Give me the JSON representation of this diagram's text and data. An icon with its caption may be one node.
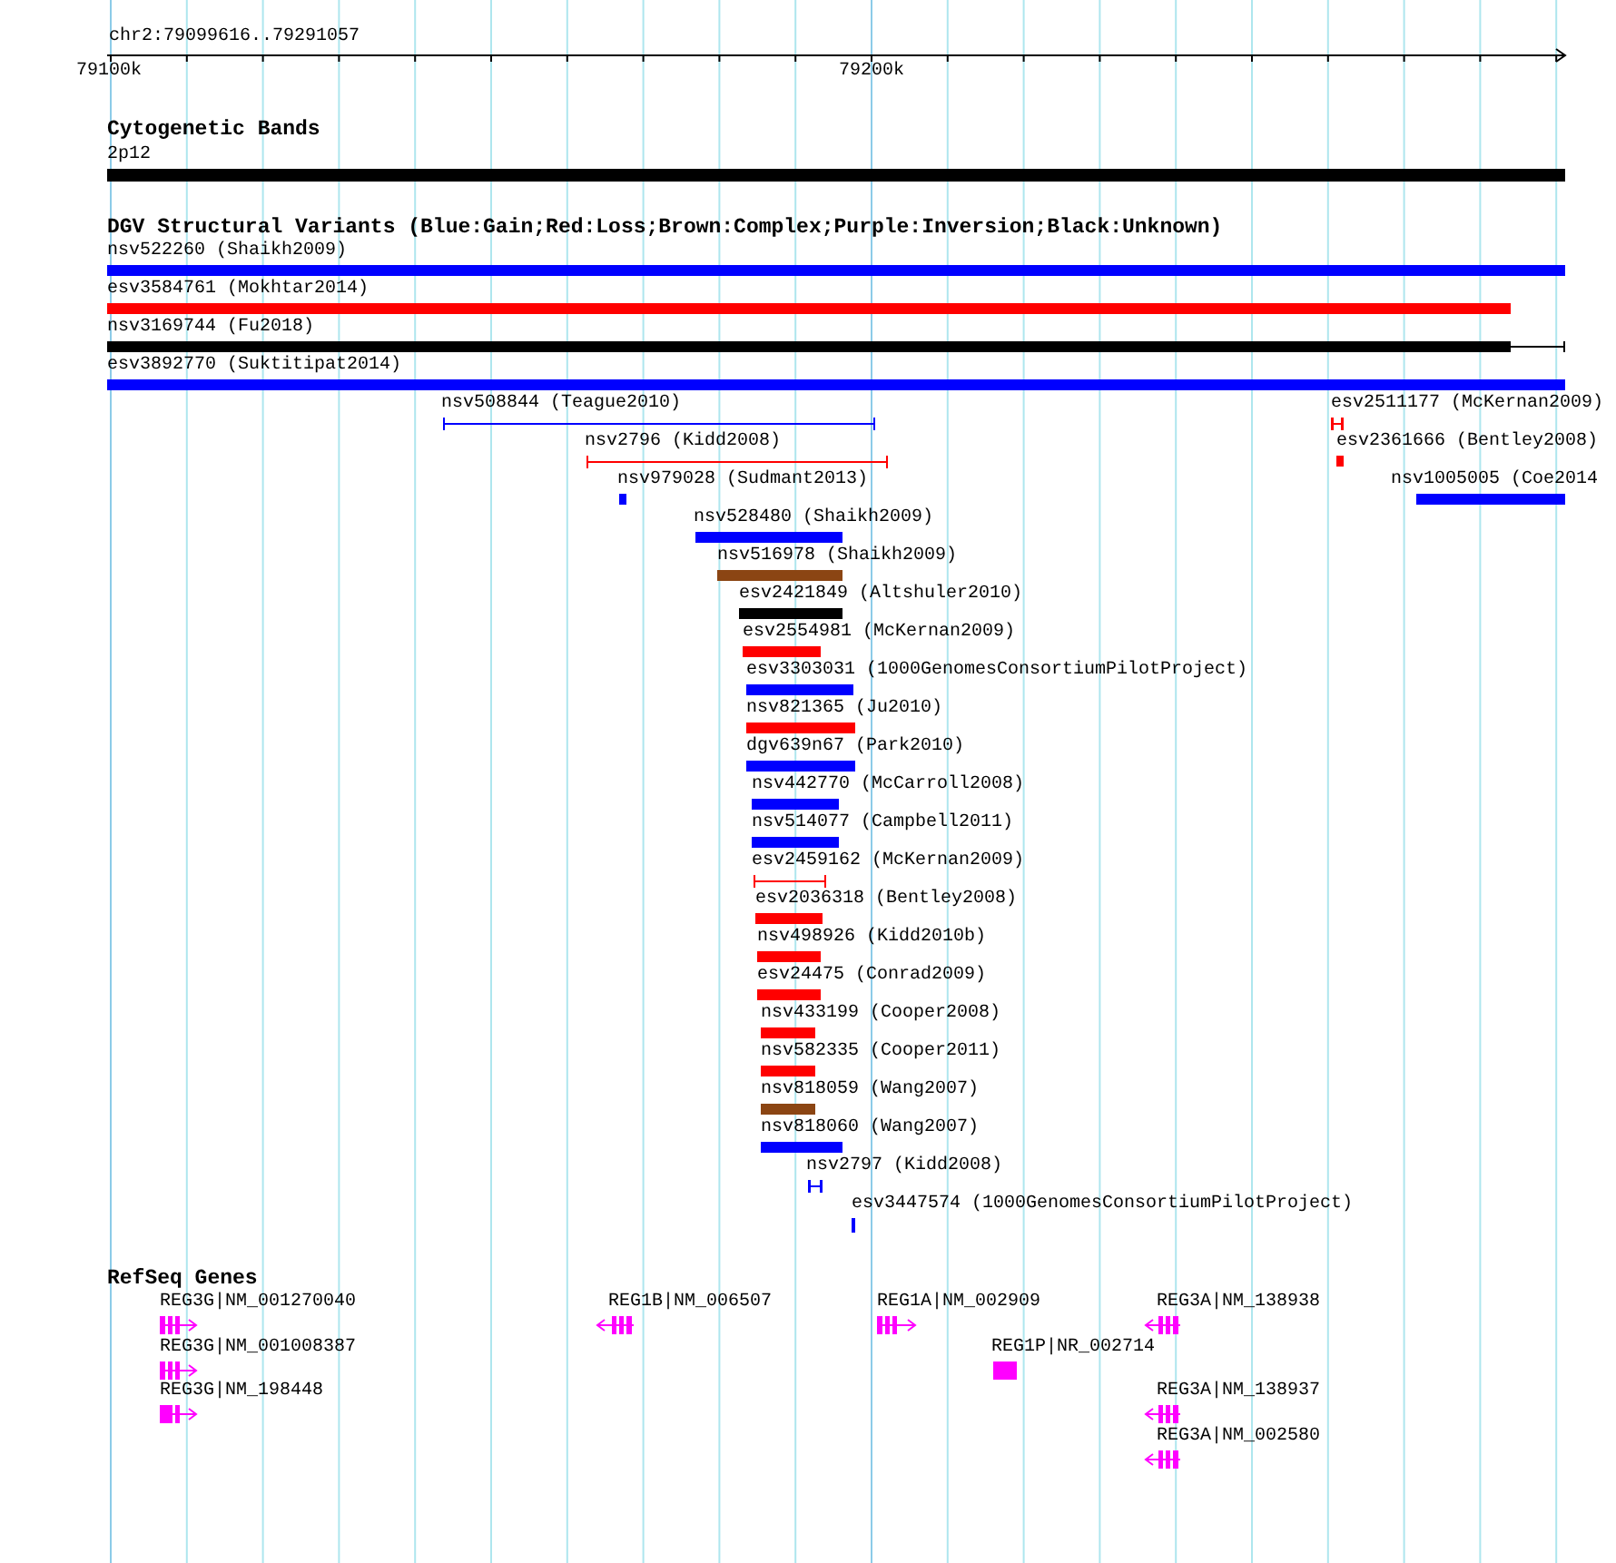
{
  "diagram": {
    "nodes": [
      {
        "text": [
          "2p12"
        ]
      },
      {
        "text": [
          "nsv522260 (Shaikh2009)"
        ]
      },
      {
        "text": [
          "esv3584761 (Mokhtar2014)"
        ]
      },
      {
        "text": [
          "nsv3169744 (Fu2018)"
        ]
      },
      {
        "text": [
          "esv3892770 (Suktitipat2014)"
        ]
      },
      {
        "text": [
          "nsv508844 (Teague2010)"
        ]
      },
      {
        "text": [
          "esv2511177 (McKernan2009)"
        ]
      },
      {
        "text": [
          "nsv2796 (Kidd2008)"
        ]
      },
      {
        "text": [
          "esv2361666 (Bentley2008)"
        ]
      },
      {
        "text": [
          "nsv979028 (Sudmant2013)"
        ]
      },
      {
        "text": [
          "nsv1005005 (Coe2014"
        ]
      },
      {
        "text": [
          "nsv528480 (Shaikh2009)"
        ]
      },
      {
        "text": [
          "nsv516978 (Shaikh2009)"
        ]
      },
      {
        "text": [
          "esv2421849 (Altshuler2010)"
        ]
      },
      {
        "text": [
          "esv2554981 (McKernan2009)"
        ]
      },
      {
        "text": [
          "esv3303031 (1000GenomesConsortiumPilotProject)"
        ]
      },
      {
        "text": [
          "nsv821365 (Ju2010)"
        ]
      },
      {
        "text": [
          "dgv639n67 (Park2010)"
        ]
      },
      {
        "text": [
          "nsv442770 (McCarroll2008)"
        ]
      },
      {
        "text": [
          "nsv514077 (Campbell2011)"
        ]
      },
      {
        "text": [
          "esv2459162 (McKernan2009)"
        ]
      },
      {
        "text": [
          "esv2036318 (Bentley2008)"
        ]
      },
      {
        "text": [
          "nsv498926 (Kidd2010b)"
        ]
      },
      {
        "text": [
          "esv24475 (Conrad2009)"
        ]
      },
      {
        "text": [
          "nsv433199 (Cooper2008)"
        ]
      },
      {
        "text": [
          "nsv582335 (Cooper2011)"
        ]
      },
      {
        "text": [
          "nsv818059 (Wang2007)"
        ]
      },
      {
        "text": [
          "nsv818060 (Wang2007)"
        ]
      },
      {
        "text": [
          "nsv2797 (Kidd2008)"
        ]
      },
      {
        "text": [
          "esv3447574 (1000GenomesConsortiumPilotProject)"
        ]
      },
      {
        "text": [
          "REG3G|NM_001270040"
        ]
      },
      {
        "text": [
          "REG1B|NM_006507"
        ]
      },
      {
        "text": [
          "REG1A|NM_002909"
        ]
      },
      {
        "text": [
          "REG3A|NM_138938"
        ]
      },
      {
        "text": [
          "REG3G|NM_001008387"
        ]
      },
      {
        "text": [
          "REG1P|NR_002714"
        ]
      },
      {
        "text": [
          "REG3G|NM_198448"
        ]
      },
      {
        "text": [
          "REG3A|NM_138937"
        ]
      },
      {
        "text": [
          "REG3A|NM_002580"
        ]
      }
    ],
    "labels": [
      "chr2:79099616..79291057",
      "79100k",
      "79200k",
      "Cytogenetic Bands",
      "DGV Structural Variants (Blue:Gain;Red:Loss;Brown:Complex;Purple:Inversion;Black:Unknown)",
      "RefSeq Genes"
    ]
  }
}
